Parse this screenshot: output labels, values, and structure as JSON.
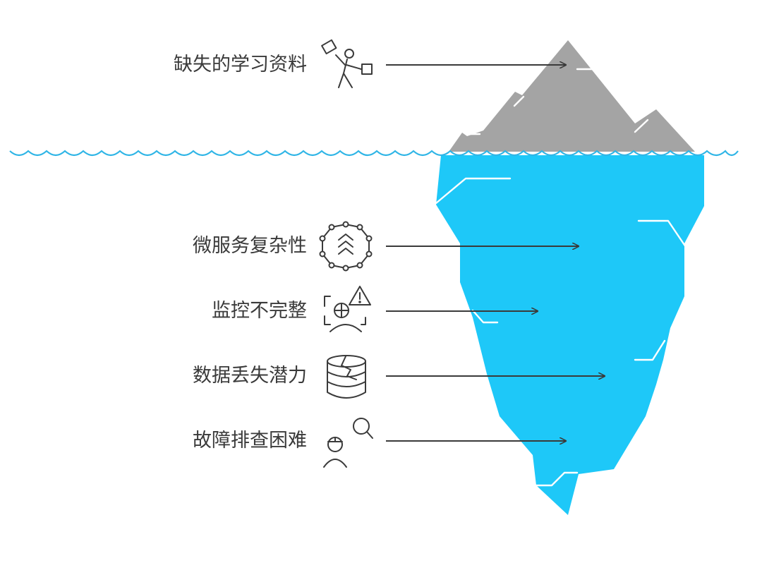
{
  "diagram": {
    "colors": {
      "above_water": "#a4a4a4",
      "below_water": "#1ec8f8",
      "waterline": "#2fb5e6",
      "highlight": "#ffffff",
      "arrow": "#3a3a3a",
      "text": "#3a3a3a",
      "icon": "#3a3a3a"
    },
    "items": [
      {
        "label": "缺失的学习资料",
        "icon": "person-juggling-papers-icon",
        "zone": "above"
      },
      {
        "label": "微服务复杂性",
        "icon": "microservice-network-icon",
        "zone": "below"
      },
      {
        "label": "监控不完整",
        "icon": "monitoring-alert-icon",
        "zone": "below"
      },
      {
        "label": "数据丢失潜力",
        "icon": "cracked-database-icon",
        "zone": "below"
      },
      {
        "label": "故障排查困难",
        "icon": "engineer-search-icon",
        "zone": "below"
      }
    ]
  }
}
